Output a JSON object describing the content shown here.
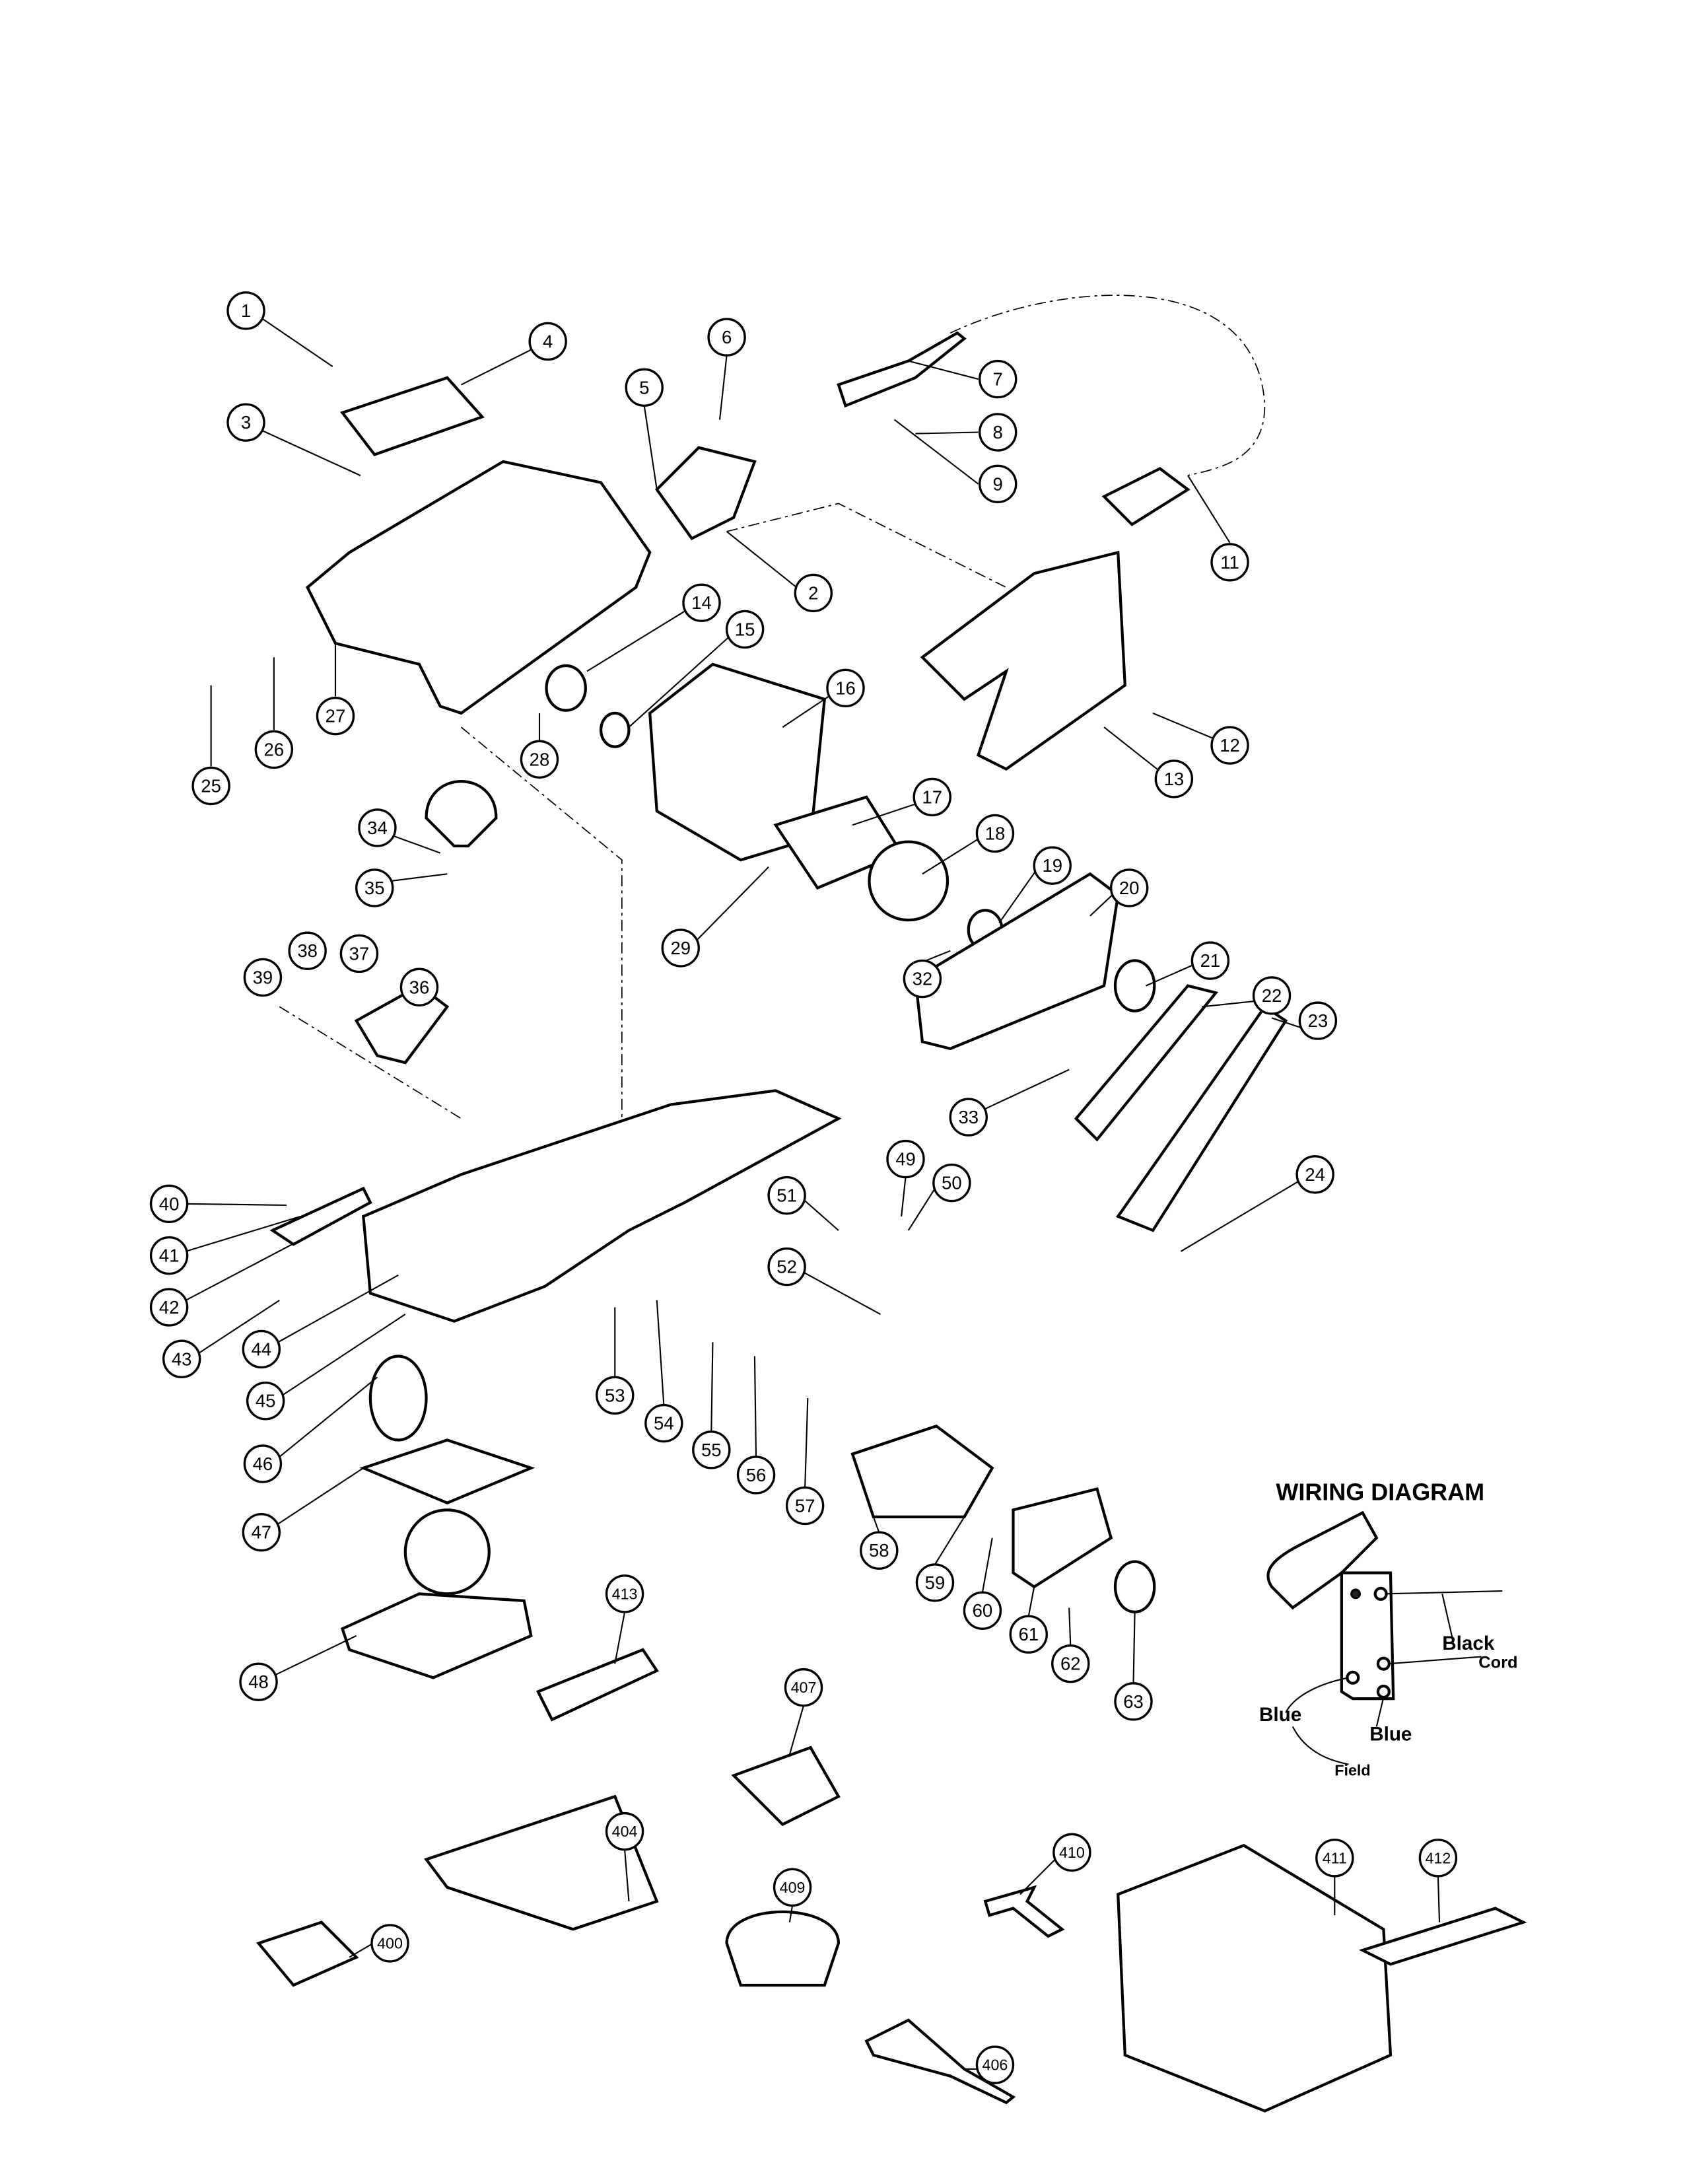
{
  "diagram": {
    "callouts": [
      "1",
      "2",
      "3",
      "4",
      "5",
      "6",
      "7",
      "8",
      "9",
      "11",
      "12",
      "13",
      "14",
      "15",
      "16",
      "17",
      "18",
      "19",
      "20",
      "21",
      "22",
      "23",
      "24",
      "25",
      "26",
      "27",
      "28",
      "29",
      "32",
      "33",
      "34",
      "35",
      "36",
      "37",
      "38",
      "39",
      "40",
      "41",
      "42",
      "43",
      "44",
      "45",
      "46",
      "47",
      "48",
      "49",
      "50",
      "51",
      "52",
      "53",
      "54",
      "55",
      "56",
      "57",
      "58",
      "59",
      "60",
      "61",
      "62",
      "63",
      "400",
      "404",
      "406",
      "407",
      "409",
      "410",
      "411",
      "412",
      "413"
    ],
    "wiring": {
      "title": "WIRING DIAGRAM",
      "label_black": "Black",
      "label_cord": "Cord",
      "label_blue_left": "Blue",
      "label_blue_right": "Blue",
      "label_field": "Field"
    }
  }
}
